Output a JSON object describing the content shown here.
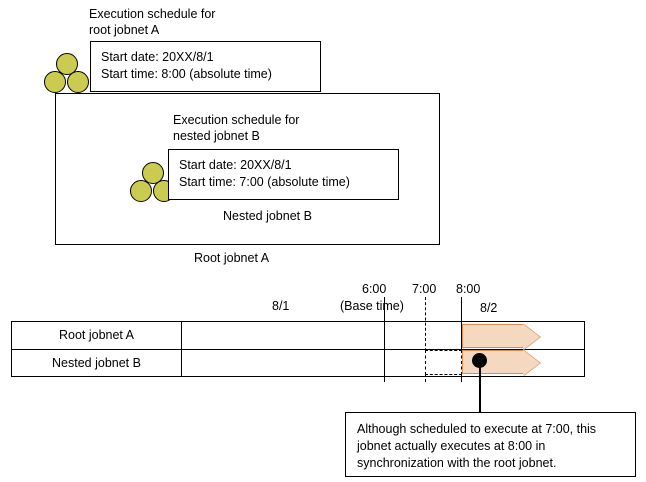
{
  "diagram": {
    "root_schedule": {
      "caption_line1": "Execution schedule for",
      "caption_line2": "root jobnet A",
      "box_line1": "Start date: 20XX/8/1",
      "box_line2": "Start time: 8:00 (absolute time)"
    },
    "nested_schedule": {
      "caption_line1": "Execution schedule for",
      "caption_line2": "nested jobnet B",
      "box_line1": "Start date: 20XX/8/1",
      "box_line2": "Start time: 7:00 (absolute time)"
    },
    "nested_box_label": "Nested jobnet B",
    "root_box_label": "Root jobnet A"
  },
  "timeline": {
    "row_labels": [
      "Root jobnet A",
      "Nested jobnet B"
    ],
    "date_labels": [
      "8/1",
      "8/2"
    ],
    "time_labels": [
      "6:00",
      "7:00",
      "8:00"
    ],
    "base_time_note": "(Base time)"
  },
  "callout": {
    "line1": "Although scheduled to execute at 7:00, this",
    "line2": "jobnet actually executes at 8:00 in",
    "line3": "synchronization with the root jobnet."
  },
  "colors": {
    "jobnet_icon_fill": "#cbcb52",
    "arrow_fill": "#f5d8c0",
    "arrow_border": "#d98b52",
    "line": "#000000",
    "background": "#ffffff"
  }
}
